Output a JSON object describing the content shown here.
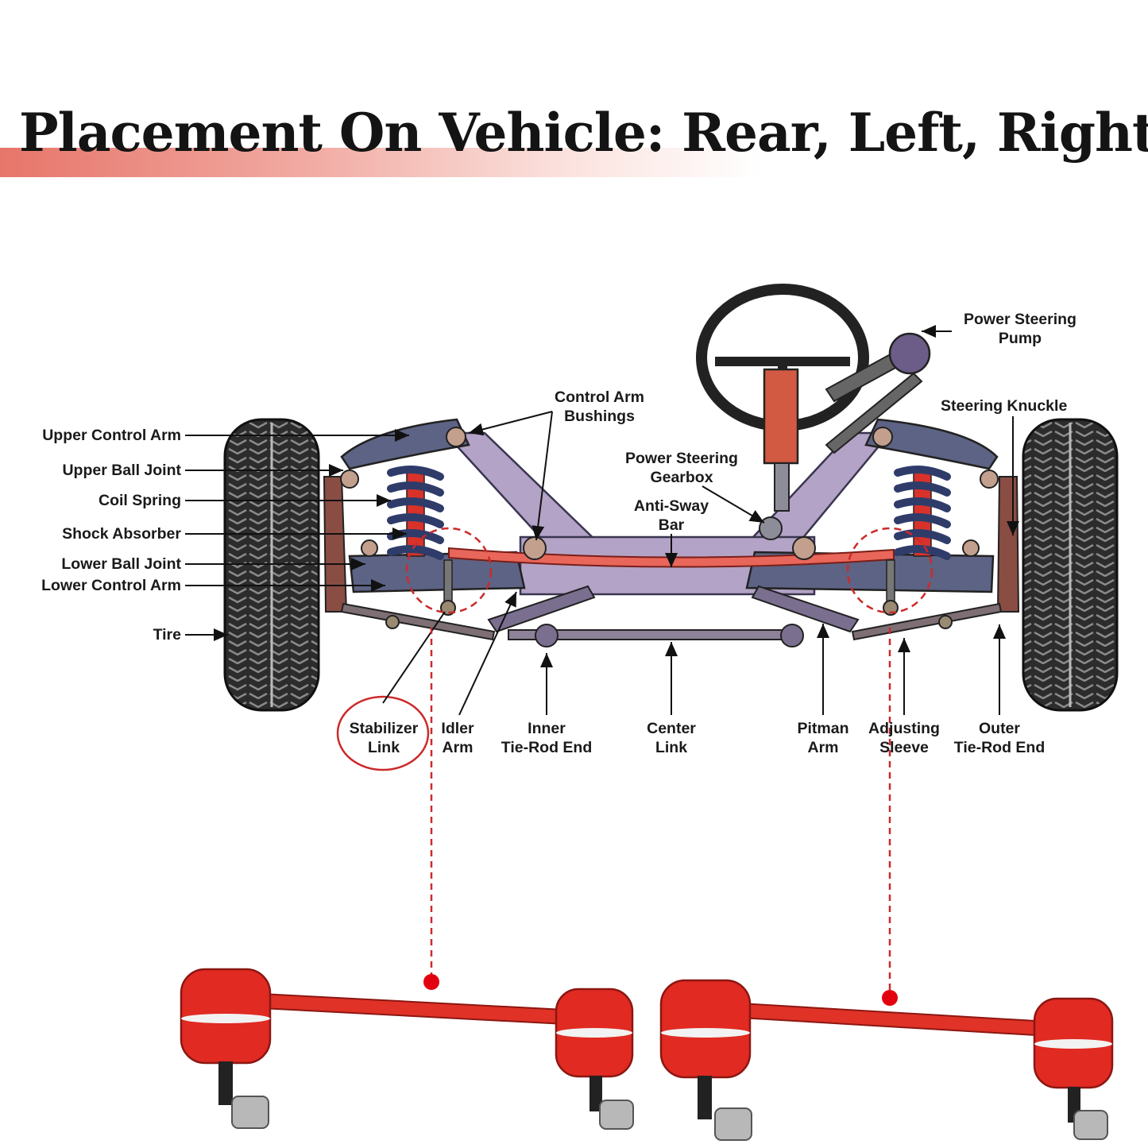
{
  "title": "Placement On Vehicle: Rear, Left, Right",
  "colors": {
    "accent_red": "#d8322a",
    "frame_purple": "#b3a3c6",
    "arm_slate": "#5d6384",
    "tire": "#2b2b2b",
    "highlight_circle": "#cc2a2a"
  },
  "labels": {
    "upper_control_arm": "Upper Control Arm",
    "upper_ball_joint": "Upper Ball Joint",
    "coil_spring": "Coil Spring",
    "shock_absorber": "Shock Absorber",
    "lower_ball_joint": "Lower Ball Joint",
    "lower_control_arm": "Lower Control Arm",
    "tire": "Tire",
    "control_arm_bushings": [
      "Control Arm",
      "Bushings"
    ],
    "power_steering_gearbox": [
      "Power Steering",
      "Gearbox"
    ],
    "anti_sway_bar": [
      "Anti-Sway",
      "Bar"
    ],
    "power_steering_pump": [
      "Power Steering",
      "Pump"
    ],
    "steering_knuckle": "Steering Knuckle",
    "stabilizer_link": [
      "Stabilizer",
      "Link"
    ],
    "idler_arm": [
      "Idler",
      "Arm"
    ],
    "inner_tie_rod_end": [
      "Inner",
      "Tie-Rod End"
    ],
    "center_link": [
      "Center",
      "Link"
    ],
    "pitman_arm": [
      "Pitman",
      "Arm"
    ],
    "adjusting_sleeve": [
      "Adjusting",
      "Sleeve"
    ],
    "outer_tie_rod_end": [
      "Outer",
      "Tie-Rod End"
    ]
  }
}
